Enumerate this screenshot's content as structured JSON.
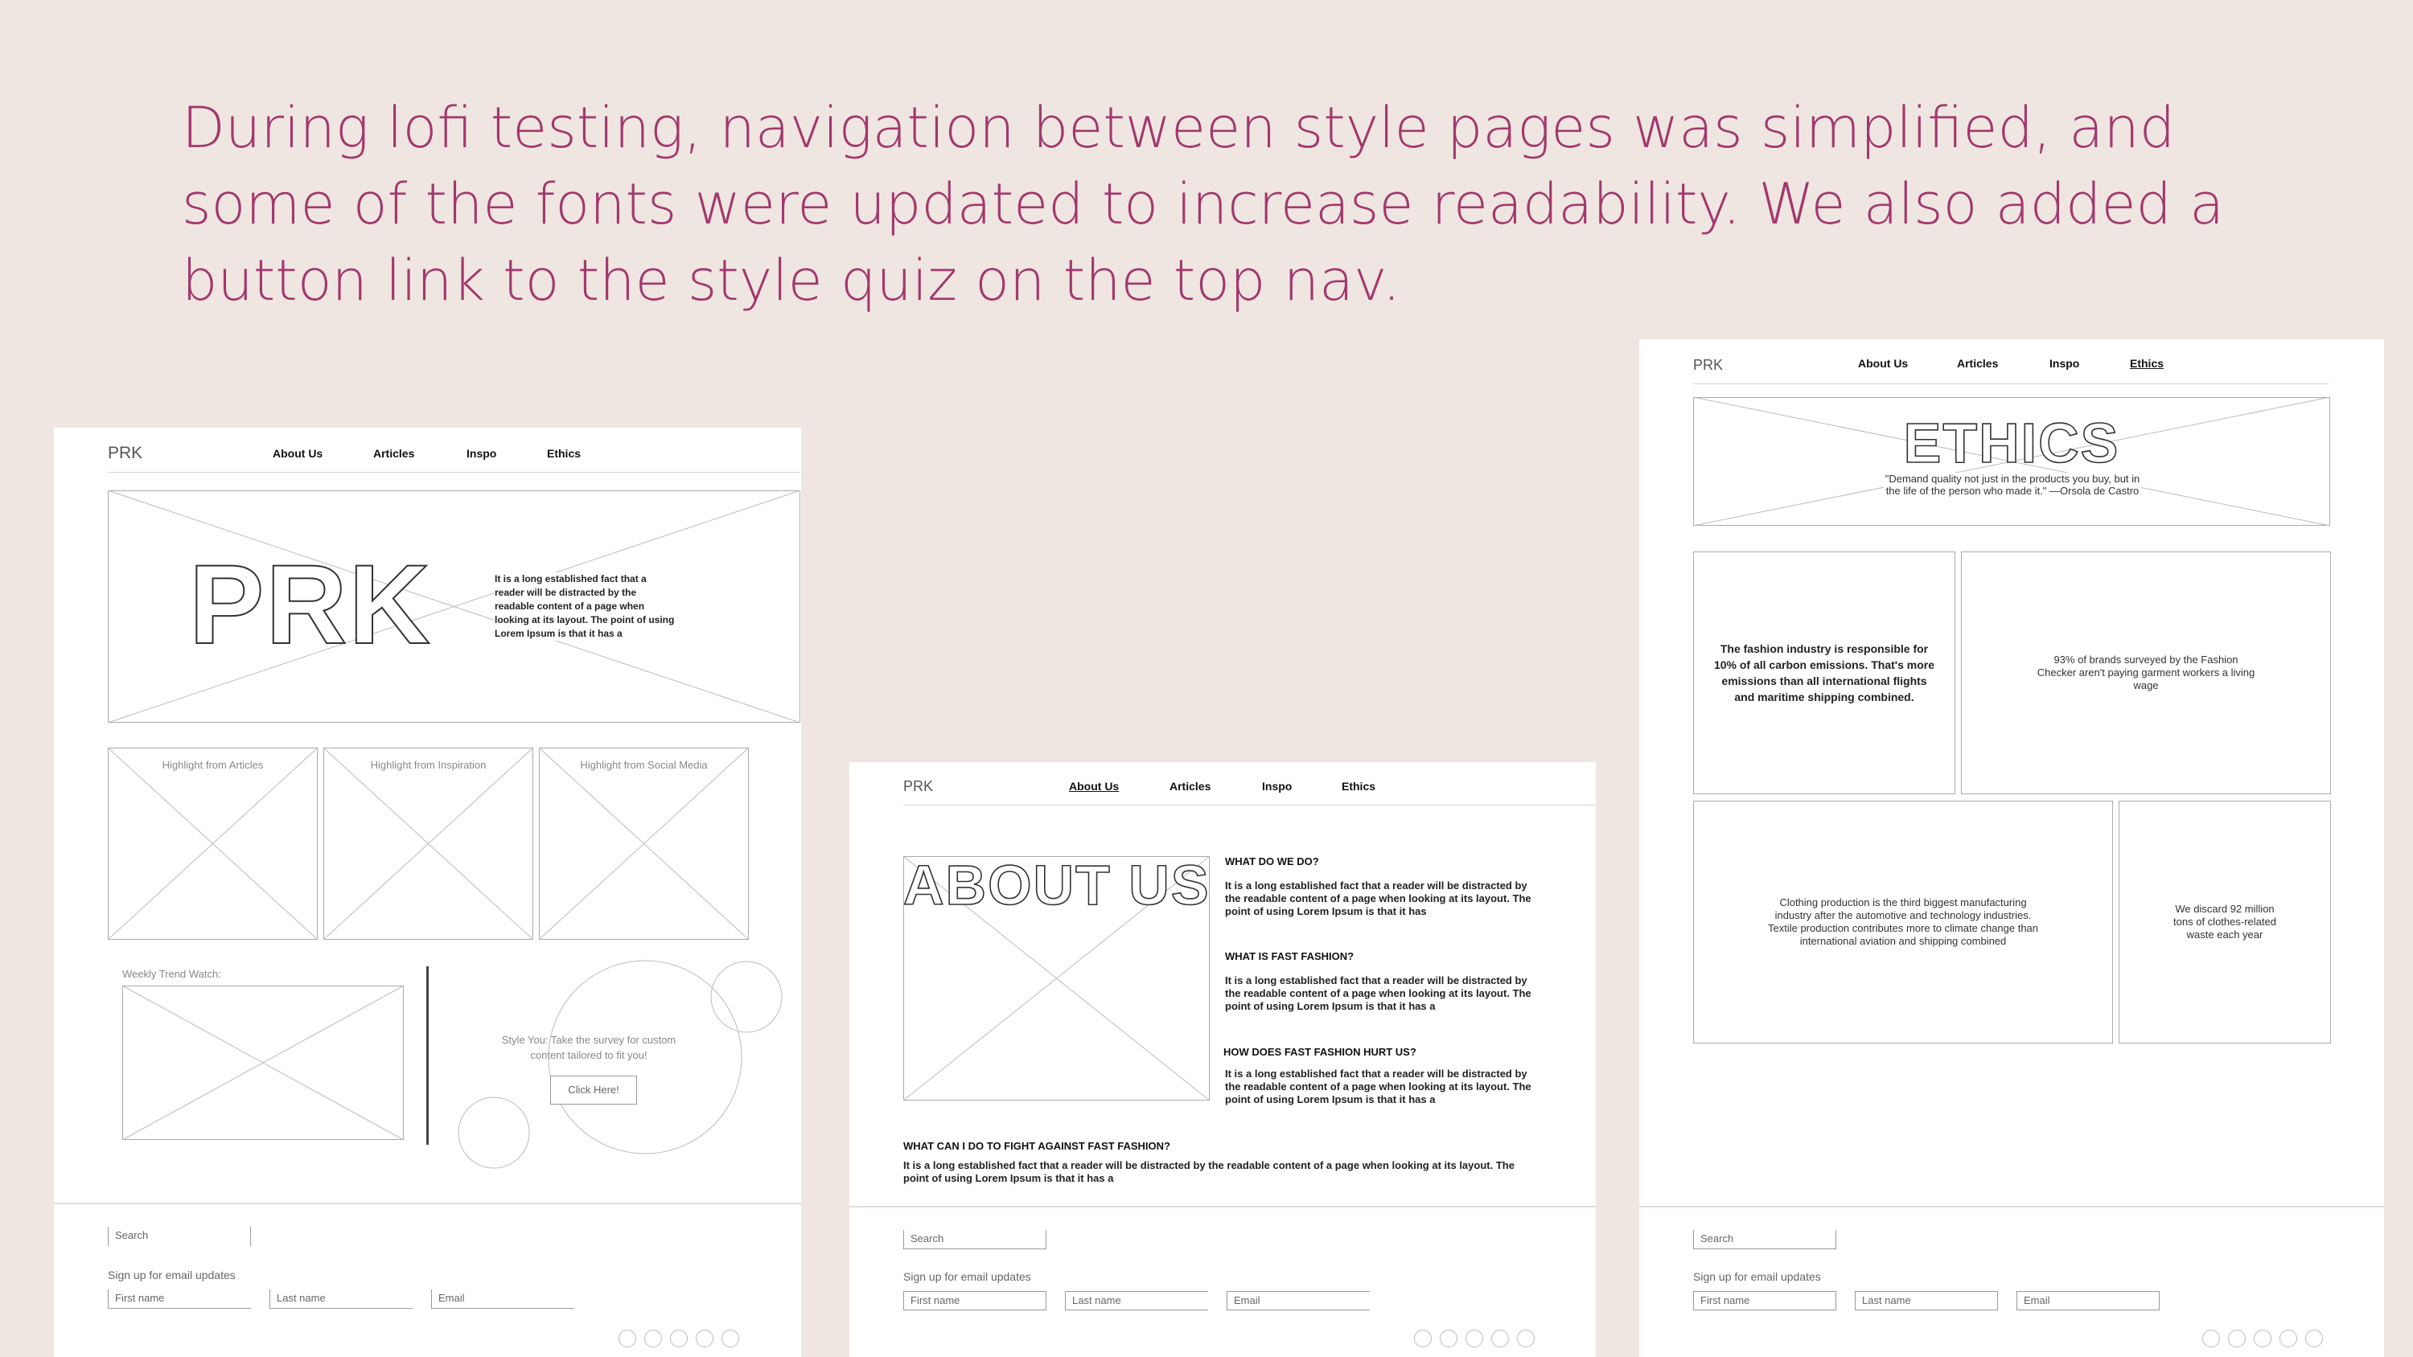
{
  "heading": "During lofi testing, navigation between style pages was simplified, and some of the fonts were updated to increase readability. We also added a button link to the style quiz on the top nav.",
  "logo": "PRK",
  "nav": [
    "About Us",
    "Articles",
    "Inspo",
    "Ethics"
  ],
  "home": {
    "hero_word": "PRK",
    "hero_text": "It is a long established fact that a reader will be distracted by the readable content of a page when looking at its layout. The point of using Lorem Ipsum is that it has a",
    "highlights": [
      "Highlight from Articles",
      "Highlight from Inspiration",
      "Highlight from Social Media"
    ],
    "trend_label": "Weekly Trend Watch:",
    "quiz_text": "Style You: Take the survey for custom content tailored to fit you!",
    "quiz_button": "Click Here!"
  },
  "about": {
    "hero_word": "ABOUT US",
    "sections": [
      {
        "title": "WHAT DO WE DO?",
        "body": "It is a long established fact that a reader will be distracted by the readable content of a page when looking at its layout. The point of using Lorem Ipsum is that it has"
      },
      {
        "title": "WHAT IS FAST FASHION?",
        "body": "It is a long established fact that a reader will be distracted by the readable content of a page when looking at its layout. The point of using Lorem Ipsum is that it has a"
      },
      {
        "title": "HOW DOES FAST FASHION HURT US?",
        "body": "It is a long established fact that a reader will be distracted by the readable content of a page when looking at its layout. The point of using Lorem Ipsum is that it has a"
      }
    ],
    "bottom_title": "WHAT CAN I DO TO FIGHT AGAINST FAST FASHION?",
    "bottom_body": "It is a long established fact that a reader will be distracted by the readable content of a page when looking at its layout. The point of using Lorem Ipsum is that it has a"
  },
  "ethics": {
    "hero_word": "ETHICS",
    "quote": "\"Demand quality not just in the products you buy, but in the life of the person who made it.\" —Orsola de Castro",
    "facts": [
      "The fashion industry is responsible for 10% of all carbon emissions. That's more emissions than all international flights and maritime shipping combined.",
      "93% of brands surveyed by the Fashion Checker aren't paying garment workers a living wage",
      "Clothing production is the third biggest manufacturing industry after the automotive and technology industries. Textile production contributes more to climate change than international aviation and shipping combined",
      "We discard 92 million tons of clothes-related waste each year"
    ]
  },
  "footer": {
    "search_placeholder": "Search",
    "signup_label": "Sign up for email updates",
    "first_name": "First name",
    "last_name": "Last name",
    "email": "Email"
  }
}
